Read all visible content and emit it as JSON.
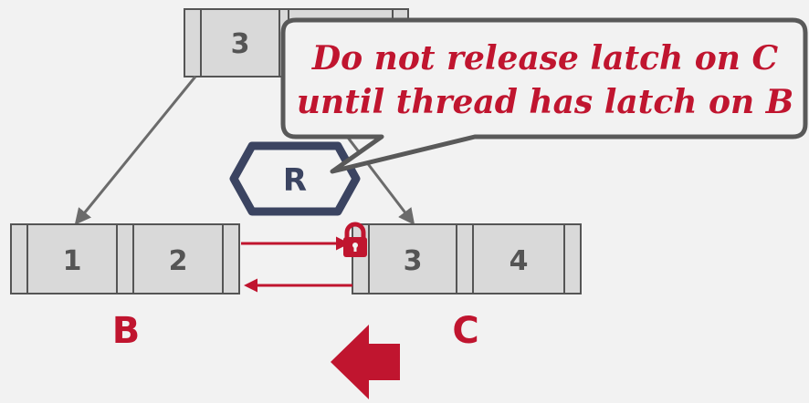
{
  "colors": {
    "background": "#f2f2f2",
    "node_fill": "#d9d9d9",
    "node_stroke": "#555555",
    "key_text": "#555555",
    "arrow_gray": "#6b6b6b",
    "accent_red": "#c0152f",
    "latch_navy": "#3b4461",
    "callout_fill": "#f2f2f2",
    "callout_stroke": "#595959"
  },
  "parent_node": {
    "keys": [
      "3",
      ""
    ]
  },
  "node_b": {
    "keys": [
      "1",
      "2"
    ],
    "label": "B"
  },
  "node_c": {
    "keys": [
      "3",
      "4"
    ],
    "label": "C"
  },
  "latch": {
    "mode": "R",
    "icon": "hexagon-latch-icon"
  },
  "lock": {
    "icon": "lock-icon"
  },
  "direction_arrow": {
    "icon": "left-arrow-icon",
    "direction": "left"
  },
  "callout": {
    "line1": "Do not release latch on C",
    "line2": "until thread has latch on B"
  }
}
